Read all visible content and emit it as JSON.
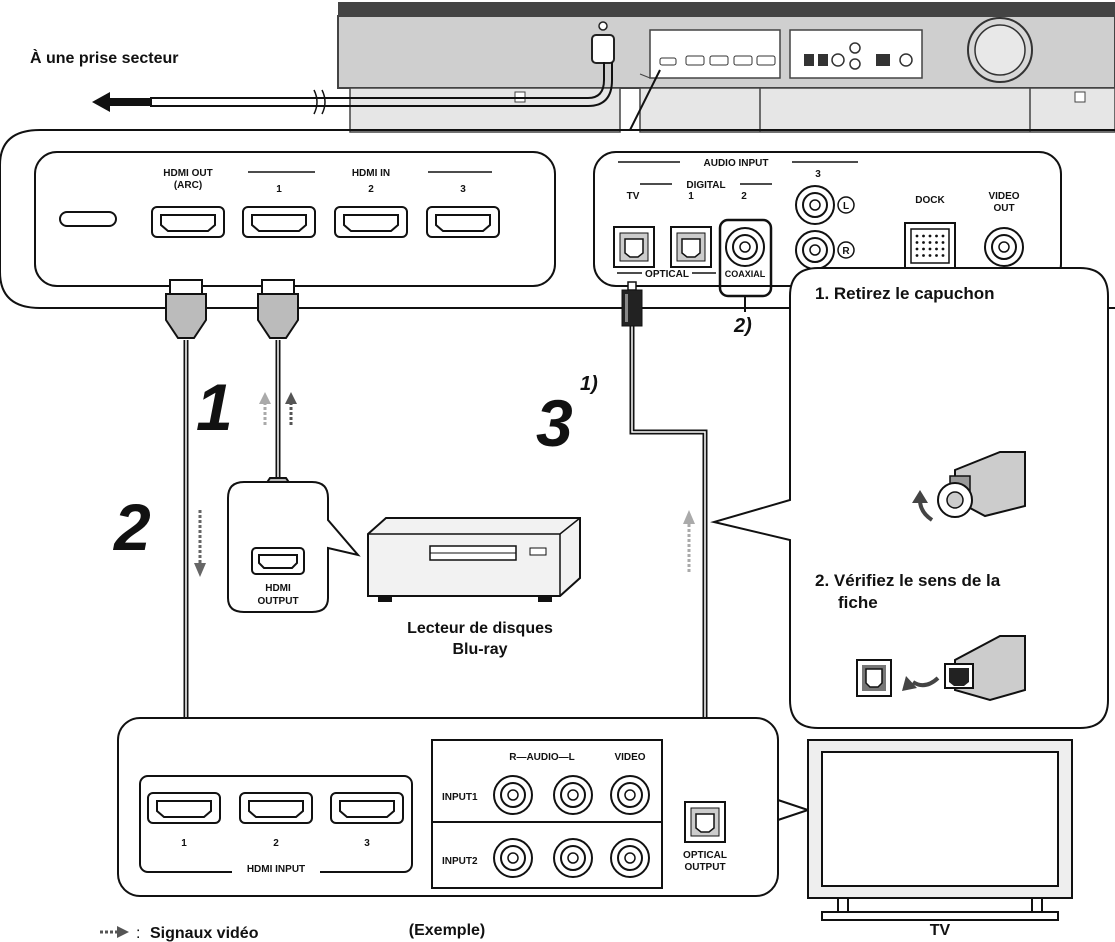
{
  "power": {
    "label": "À une prise secteur"
  },
  "soundbar": {
    "hdmi_out_line1": "HDMI OUT",
    "hdmi_out_line2": "(ARC)",
    "hdmi_in_group": "HDMI IN",
    "hdmi_in_ports": [
      "1",
      "2",
      "3"
    ],
    "audio_input_group": "AUDIO INPUT",
    "digital_group": "DIGITAL",
    "tv_label": "TV",
    "digital_ports": [
      "1",
      "2"
    ],
    "analog_port": "3",
    "left_mark": "L",
    "right_mark": "R",
    "optical_group": "OPTICAL",
    "coaxial_label": "COAXIAL",
    "dock_label": "DOCK",
    "video_out_line1": "VIDEO",
    "video_out_line2": "OUT"
  },
  "steps": {
    "s1": "1",
    "s2": "2",
    "s3": "3",
    "note1": "1)",
    "note2": "2)"
  },
  "player": {
    "hdmi_output_line1": "HDMI",
    "hdmi_output_line2": "OUTPUT",
    "caption_line1": "Lecteur de disques",
    "caption_line2": "Blu-ray"
  },
  "callout": {
    "step1": "1. Retirez le capuchon",
    "step2_line1": "2. Vérifiez le sens de la",
    "step2_line2": "fiche"
  },
  "tv_panel": {
    "hdmi_input_label": "HDMI INPUT",
    "hdmi_ports": [
      "1",
      "2",
      "3"
    ],
    "audio_label": "R—AUDIO—L",
    "video_label": "VIDEO",
    "input1": "INPUT1",
    "input2": "INPUT2",
    "optical_output_line1": "OPTICAL",
    "optical_output_line2": "OUTPUT"
  },
  "legend": {
    "symbol": ":",
    "label": "Signaux vidéo"
  },
  "example_label": "(Exemple)",
  "tv_label": "TV"
}
